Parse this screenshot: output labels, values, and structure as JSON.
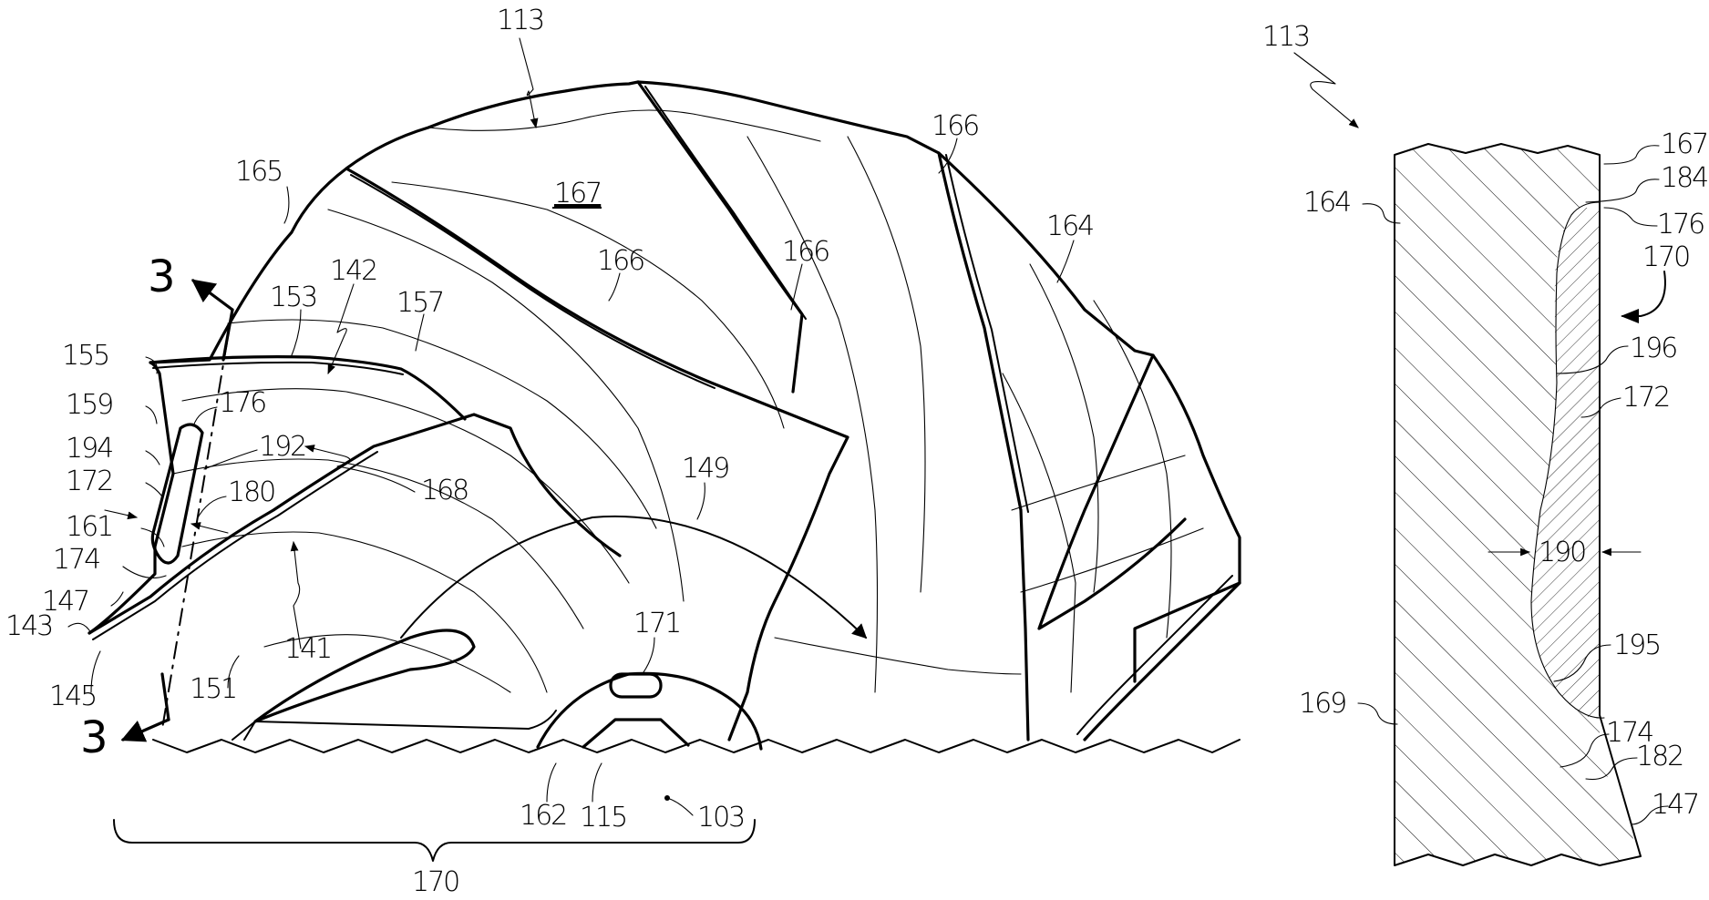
{
  "figure": {
    "type": "patent-drawing",
    "left_view": {
      "description": "perspective view of bladed rotor section",
      "labels": {
        "l113": "113",
        "l167": "167",
        "l165": "165",
        "l166a": "166",
        "l166b": "166",
        "l166c": "166",
        "l164": "164",
        "l3top": "3",
        "l3bot": "3",
        "l142": "142",
        "l153": "153",
        "l157": "157",
        "l155": "155",
        "l159": "159",
        "l176": "176",
        "l194": "194",
        "l192": "192",
        "l172": "172",
        "l180": "180",
        "l168": "168",
        "l161": "161",
        "l174": "174",
        "l147": "147",
        "l143": "143",
        "l145": "145",
        "l151": "151",
        "l141": "141",
        "l149": "149",
        "l171": "171",
        "l162": "162",
        "l115": "115",
        "l103": "103",
        "l170": "170"
      }
    },
    "right_view": {
      "description": "section 3-3 through blade with coating",
      "labels": {
        "l113": "113",
        "l167": "167",
        "l184": "184",
        "l176": "176",
        "l170": "170",
        "l164": "164",
        "l196": "196",
        "l172": "172",
        "l190": "190",
        "l195": "195",
        "l169": "169",
        "l174": "174",
        "l182": "182",
        "l147": "147"
      }
    },
    "colors": {
      "ink": "#000000",
      "paper": "#ffffff"
    }
  }
}
